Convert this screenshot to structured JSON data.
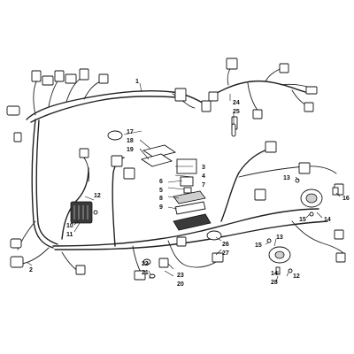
{
  "diagram": {
    "type": "exploded-parts-diagram",
    "subject": "wiring harness assembly",
    "callouts": [
      {
        "id": "c1",
        "text": "1"
      },
      {
        "id": "c2",
        "text": "2"
      },
      {
        "id": "c3",
        "text": "3"
      },
      {
        "id": "c4",
        "text": "4"
      },
      {
        "id": "c5",
        "text": "5"
      },
      {
        "id": "c6",
        "text": "6"
      },
      {
        "id": "c7",
        "text": "7"
      },
      {
        "id": "c8",
        "text": "8"
      },
      {
        "id": "c9",
        "text": "9"
      },
      {
        "id": "c10",
        "text": "10"
      },
      {
        "id": "c11",
        "text": "11"
      },
      {
        "id": "c12a",
        "text": "12"
      },
      {
        "id": "c12b",
        "text": "12"
      },
      {
        "id": "c13a",
        "text": "13"
      },
      {
        "id": "c13b",
        "text": "13"
      },
      {
        "id": "c14a",
        "text": "14"
      },
      {
        "id": "c14b",
        "text": "14"
      },
      {
        "id": "c15a",
        "text": "15"
      },
      {
        "id": "c15b",
        "text": "15"
      },
      {
        "id": "c16",
        "text": "16"
      },
      {
        "id": "c17",
        "text": "17"
      },
      {
        "id": "c18",
        "text": "18"
      },
      {
        "id": "c19",
        "text": "19"
      },
      {
        "id": "c20",
        "text": "20"
      },
      {
        "id": "c21",
        "text": "21"
      },
      {
        "id": "c22",
        "text": "22"
      },
      {
        "id": "c23",
        "text": "23"
      },
      {
        "id": "c24",
        "text": "24"
      },
      {
        "id": "c25",
        "text": "25"
      },
      {
        "id": "c26",
        "text": "26"
      },
      {
        "id": "c27",
        "text": "27"
      },
      {
        "id": "c28",
        "text": "28"
      }
    ]
  }
}
